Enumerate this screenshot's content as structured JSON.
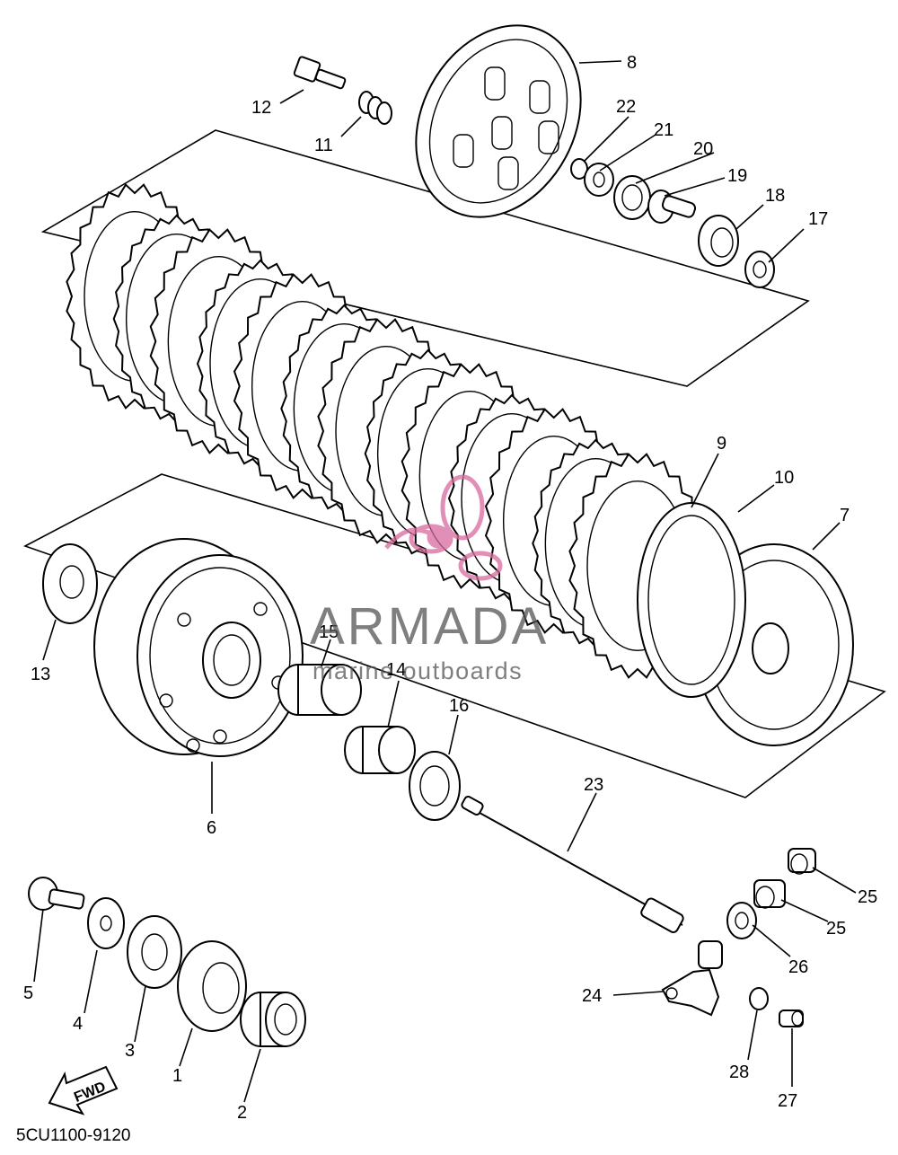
{
  "diagram": {
    "drawing_number": "5CU1100-9120",
    "fwd_label": "FWD",
    "watermark": {
      "brand": "ARMADA",
      "tagline": "marine outboards"
    },
    "callouts": {
      "c1": "1",
      "c2": "2",
      "c3": "3",
      "c4": "4",
      "c5": "5",
      "c6": "6",
      "c7": "7",
      "c8": "8",
      "c9": "9",
      "c10": "10",
      "c11": "11",
      "c12": "12",
      "c13": "13",
      "c14": "14",
      "c15": "15",
      "c16": "16",
      "c17": "17",
      "c18": "18",
      "c19": "19",
      "c20": "20",
      "c21": "21",
      "c22": "22",
      "c23": "23",
      "c24": "24",
      "c25a": "25",
      "c25b": "25",
      "c26": "26",
      "c27": "27",
      "c28": "28"
    }
  }
}
